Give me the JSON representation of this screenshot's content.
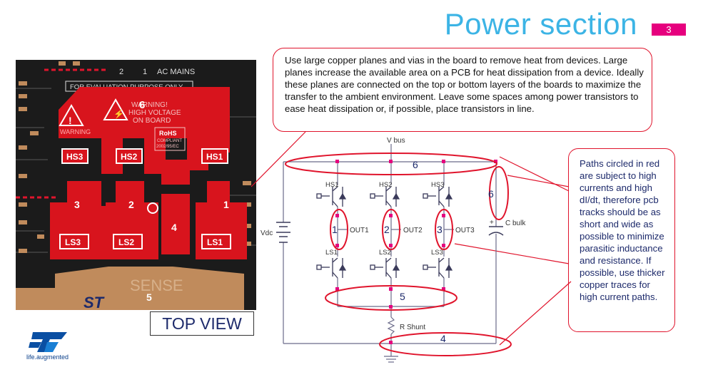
{
  "header": {
    "title": "Power section",
    "page_number": "3"
  },
  "pcb": {
    "silk_top": [
      "2",
      "1",
      "AC MAINS"
    ],
    "silk_eval": "FOR EVALUATION PURPOSE ONLY",
    "silk_warning": "WARNING",
    "silk_hv": [
      "WARNING!",
      "HIGH VOLTAGE",
      "ON BOARD"
    ],
    "silk_rohs": [
      "RoHS",
      "COMPLIANT",
      "2002/95/EC"
    ],
    "silk_sense": "SENSE",
    "region_numbers": [
      "6",
      "3",
      "2",
      "1",
      "4",
      "5"
    ],
    "high_side_labels": [
      "HS3",
      "HS2",
      "HS1"
    ],
    "low_side_labels": [
      "LS3",
      "LS2",
      "LS1"
    ]
  },
  "top_view_label": "TOP VIEW",
  "callout_top": "Use large copper planes and vias in the board to remove heat from devices. Large planes increase the available area on a PCB for heat dissipation from a device. Ideally these planes are connected on the top or bottom layers of the boards to maximize the transfer to the ambient environment. Leave some spaces among power transistors to ease heat dissipation or, if possible, place transistors in line.",
  "callout_right": "Paths circled in red are subject to high currents and high dI/dt, therefore pcb tracks should be as short and wide as possible to minimize parasitic inductance and resistance. If possible, use thicker copper traces for high current paths.",
  "schematic": {
    "vbus": "V bus",
    "vdc": "Vdc",
    "c_bulk": "C bulk",
    "r_shunt": "R Shunt",
    "hs_labels": [
      "HS1",
      "HS2",
      "HS3"
    ],
    "ls_labels": [
      "LS1",
      "LS2",
      "LS3"
    ],
    "out_labels": [
      "OUT1",
      "OUT2",
      "OUT3"
    ],
    "loop_numbers": [
      "6",
      "6",
      "1",
      "2",
      "3",
      "5",
      "4"
    ],
    "plus": "+"
  },
  "logo": {
    "tagline": "life.augmented"
  },
  "colors": {
    "title": "#3cb4e5",
    "badge": "#e6007e",
    "highlight": "#e0142c",
    "copper_red": "#d8141d",
    "copper_tan": "#c08b5c"
  }
}
